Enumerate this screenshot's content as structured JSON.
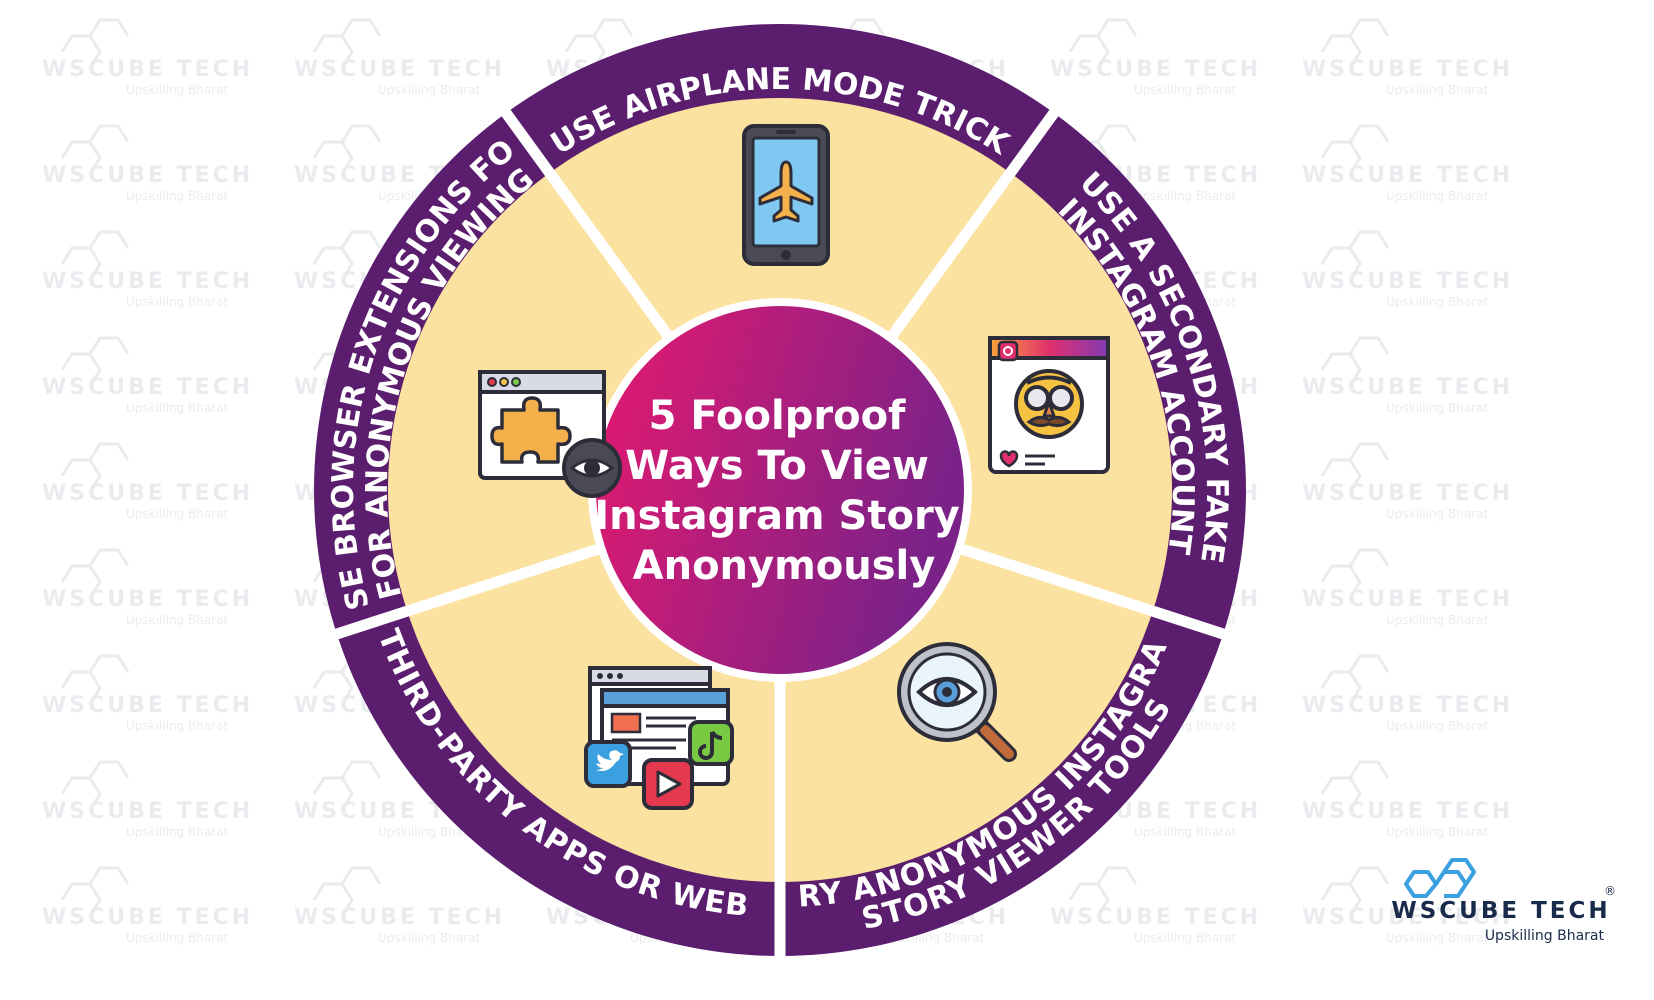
{
  "watermark": {
    "name": "WsCube Tech",
    "tagline": "Upskilling Bharat"
  },
  "center": {
    "title_lines": [
      "5 Foolproof",
      "Ways To View",
      "Instagram Story",
      "Anonymously"
    ]
  },
  "segments": [
    {
      "id": "airplane",
      "label_lines": [
        "USE AIRPLANE MODE TRICK"
      ],
      "icon": "phone-airplane-icon"
    },
    {
      "id": "fake-account",
      "label_lines": [
        "USE A SECONDARY FAKE",
        "INSTAGRAM ACCOUNT"
      ],
      "icon": "disguised-profile-icon"
    },
    {
      "id": "viewer-tools",
      "label_lines": [
        "TRY ANONYMOUS INSTAGRAM",
        "STORY VIEWER TOOLS"
      ],
      "icon": "magnifier-eye-icon"
    },
    {
      "id": "third-party",
      "label_lines": [
        "USE THIRD-PARTY APPS OR WEBSITES"
      ],
      "icon": "app-windows-icon"
    },
    {
      "id": "extensions",
      "label_lines": [
        "USE BROWSER EXTENSIONS FOR",
        "FOR ANONYMOUS VIEWING"
      ],
      "icon": "browser-extension-icon"
    }
  ],
  "brand": {
    "name": "WsCube Tech",
    "name_display": "WSCUBE TECH",
    "tagline": "Upskilling Bharat",
    "mark": "®"
  },
  "colors": {
    "ring": "#5b1d6e",
    "wedge": "#fbe2a0",
    "center_start": "#e8196f",
    "center_end": "#7a2288",
    "divider": "#ffffff",
    "outline": "#2d2d3a"
  }
}
